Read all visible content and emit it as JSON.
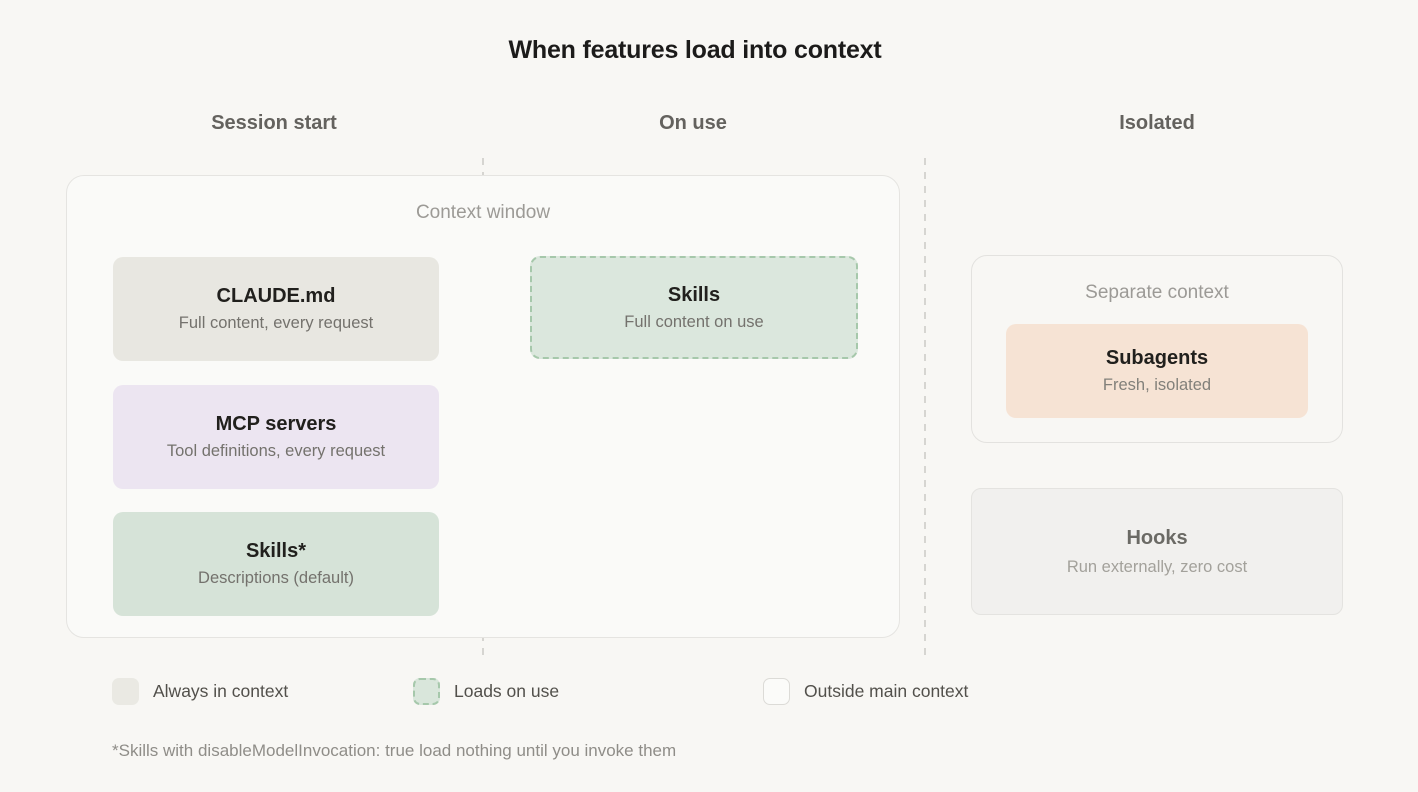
{
  "title": "When features load into context",
  "columns": {
    "session_start": "Session start",
    "on_use": "On use",
    "isolated": "Isolated"
  },
  "context_window": {
    "label": "Context window",
    "session_start_cards": [
      {
        "title": "CLAUDE.md",
        "subtitle": "Full content, every request"
      },
      {
        "title": "MCP servers",
        "subtitle": "Tool definitions, every request"
      },
      {
        "title": "Skills*",
        "subtitle": "Descriptions (default)"
      }
    ],
    "on_use_card": {
      "title": "Skills",
      "subtitle": "Full content on use"
    }
  },
  "isolated_column": {
    "separate_context": {
      "label": "Separate context",
      "card": {
        "title": "Subagents",
        "subtitle": "Fresh, isolated"
      }
    },
    "hooks_card": {
      "title": "Hooks",
      "subtitle": "Run externally, zero cost"
    }
  },
  "legend": {
    "items": [
      {
        "label": "Always in context",
        "swatch": "solid-gray"
      },
      {
        "label": "Loads on use",
        "swatch": "dashed-green"
      },
      {
        "label": "Outside main context",
        "swatch": "outline"
      }
    ]
  },
  "footnote": "*Skills with disableModelInvocation: true load nothing until you invoke them",
  "colors": {
    "page_bg": "#f8f7f4",
    "context_window_bg": "#fafaf8",
    "always_in_context_gray": "#e8e7e1",
    "mcp_lavender": "#ece5f1",
    "skills_green": "#d6e3d8",
    "loads_on_use_bg": "#dbe7dd",
    "loads_on_use_border": "#a6c8ab",
    "subagents_peach": "#f6e3d4",
    "hooks_bg": "#f1f0ee",
    "divider_dash": "#d6d5d1",
    "title_text": "#1c1b1a",
    "header_text": "#64625e",
    "muted_label": "#9c9a96"
  }
}
